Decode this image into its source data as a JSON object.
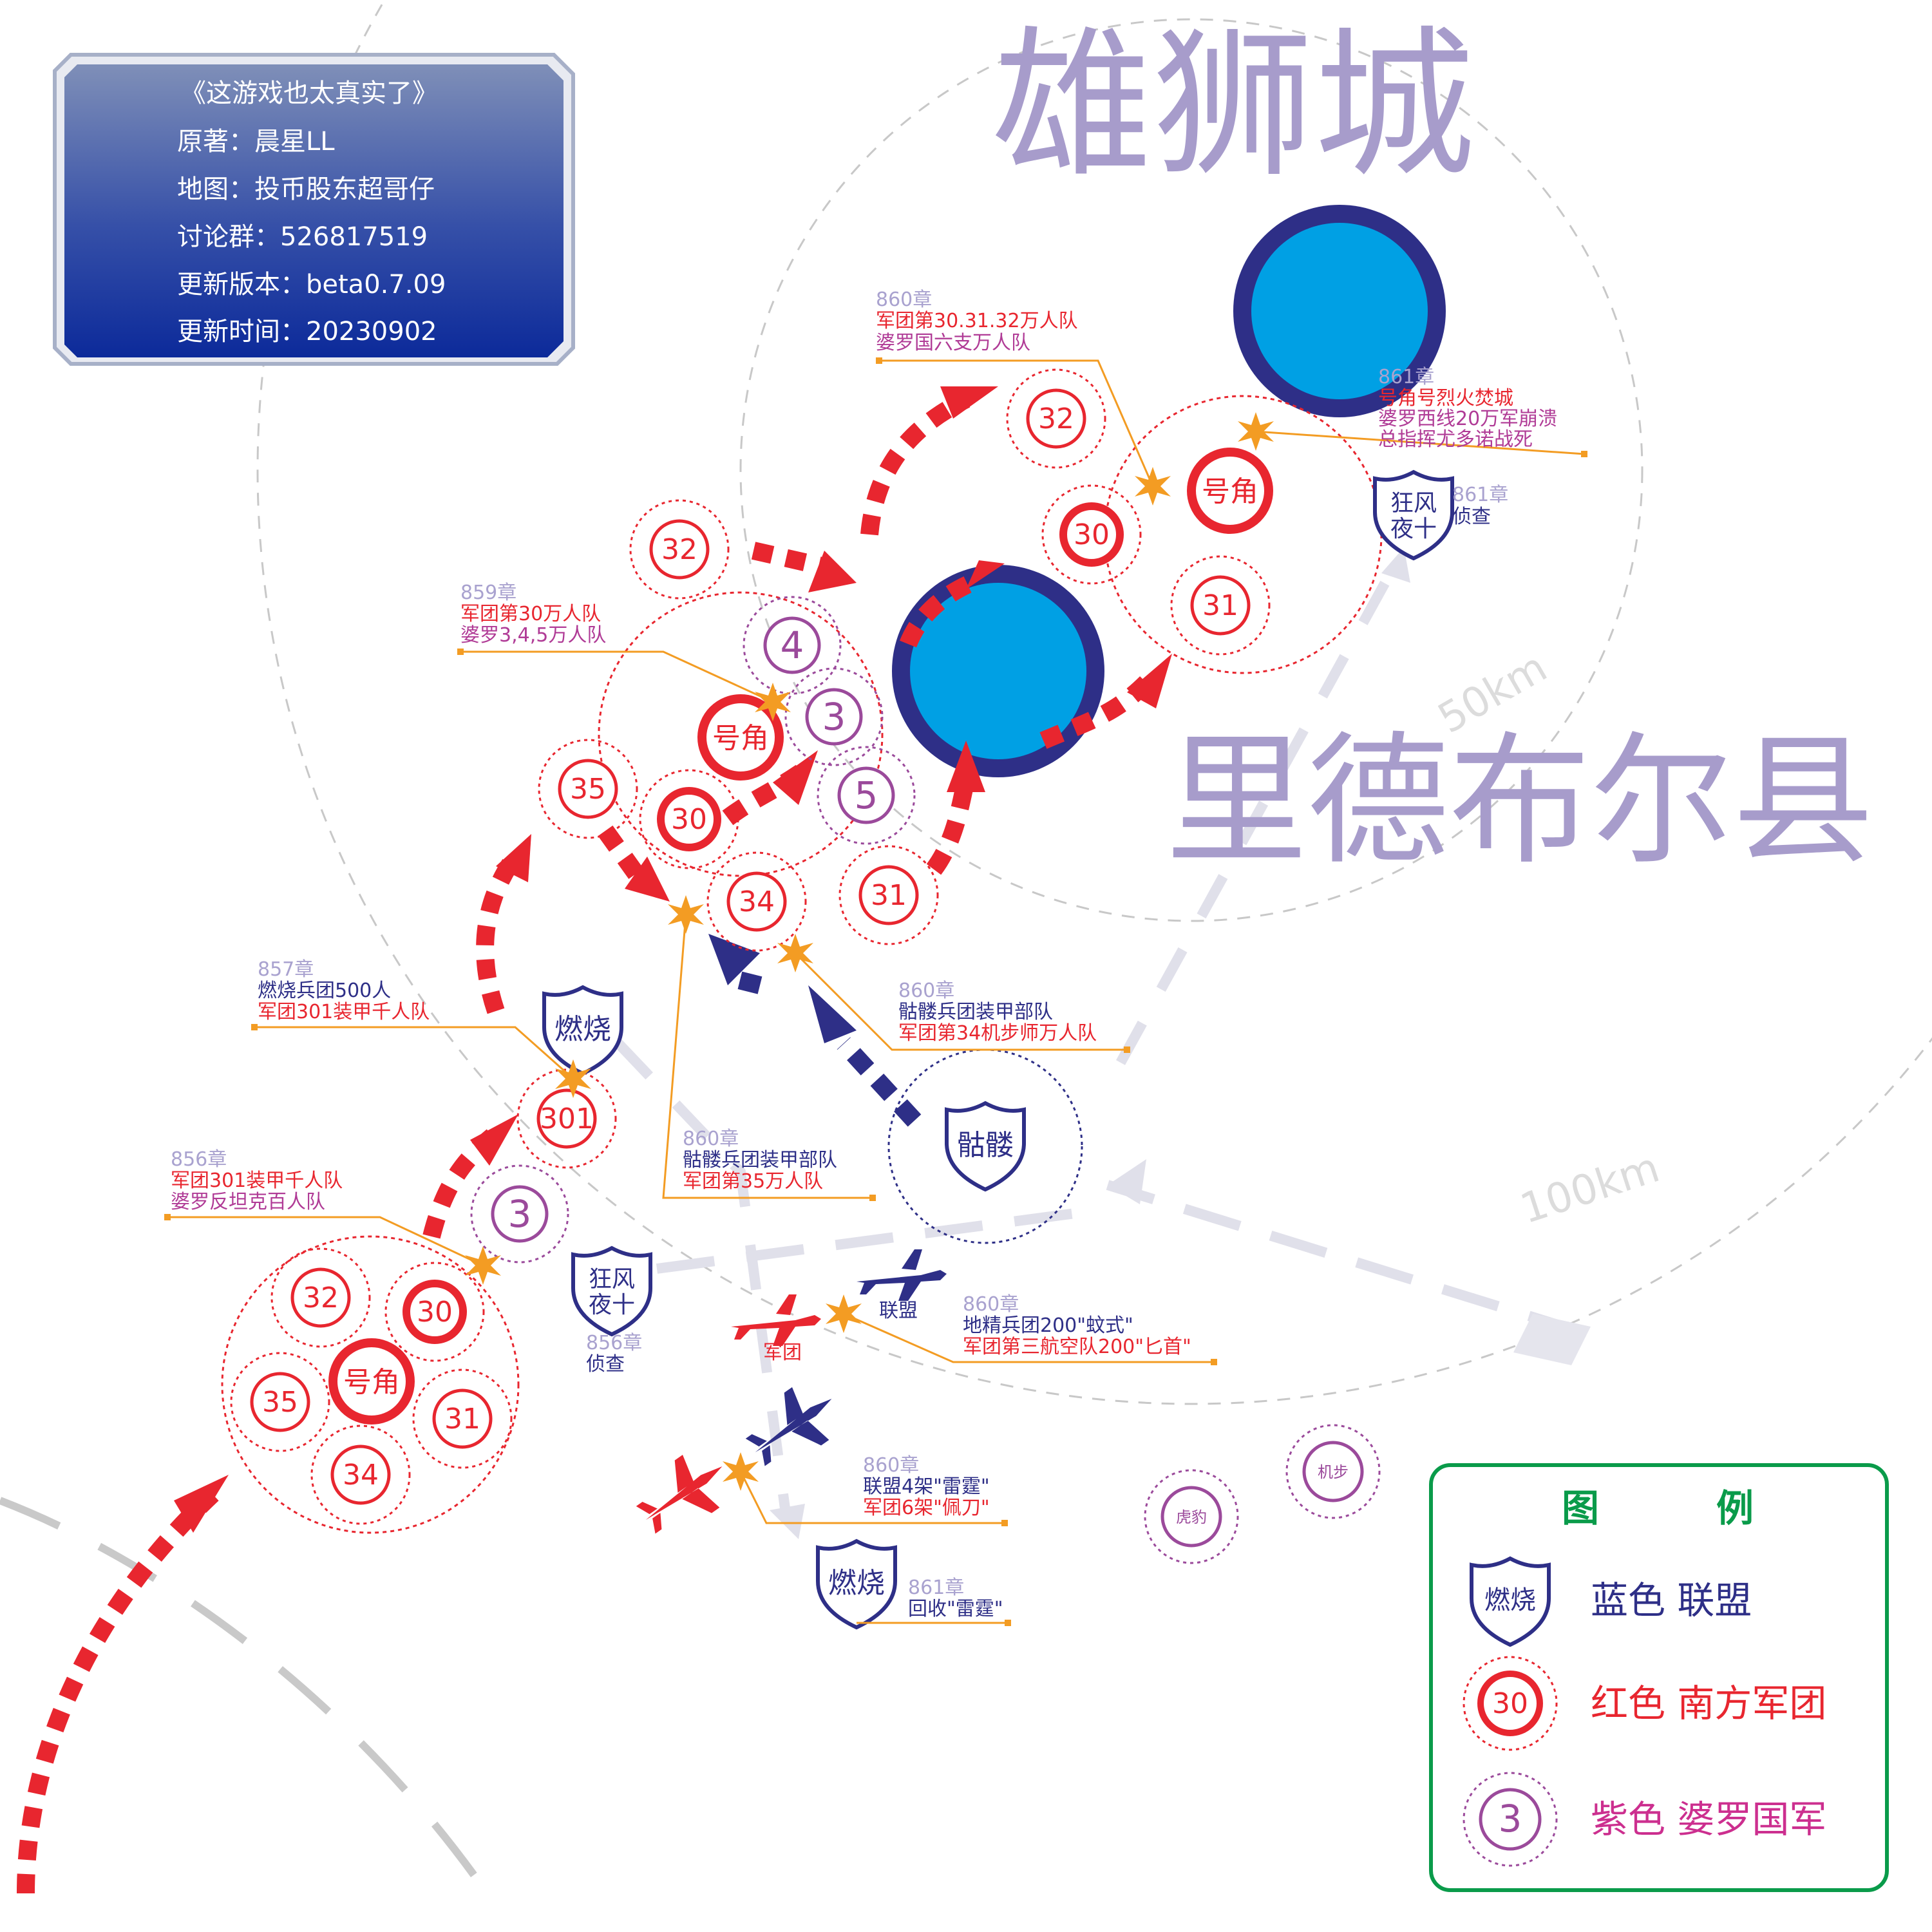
{
  "info_panel": {
    "title": "《这游戏也太真实了》",
    "author": "原著：晨星LL",
    "map_by": "地图：投币股东超哥仔",
    "group": "讨论群：526817519",
    "version": "更新版本：beta0.7.09",
    "updated": "更新时间：20230902"
  },
  "places": {
    "city_north": "雄狮城",
    "county": "里德布尔县"
  },
  "distances": {
    "d50": "50km",
    "d100": "100km"
  },
  "units": {
    "horn": "号角",
    "n30": "30",
    "n31": "31",
    "n32": "32",
    "n34": "34",
    "n35": "35",
    "n301": "301",
    "p3": "3",
    "p4": "4",
    "p5": "5"
  },
  "shields": {
    "burn": "燃烧",
    "skull": "骷髅",
    "wind_line1": "狂风",
    "wind_line2": "夜十"
  },
  "aircraft_labels": {
    "league": "联盟",
    "legion": "军团"
  },
  "small_units": {
    "tiger": "虎豹",
    "mech": "机步"
  },
  "annotations": {
    "a860_top": {
      "chapter": "860章",
      "line1": "军团第30.31.32万人队",
      "line2": "婆罗国六支万人队"
    },
    "a861_top": {
      "chapter": "861章",
      "line1": "号角号烈火焚城",
      "line2": "婆罗西线20万军崩溃",
      "line3": "总指挥尤多诺战死"
    },
    "a861_scout": {
      "chapter": "861章",
      "line1": "侦查"
    },
    "a859": {
      "chapter": "859章",
      "line1": "军团第30万人队",
      "line2": "婆罗3,4,5万人队"
    },
    "a857": {
      "chapter": "857章",
      "line1": "燃烧兵团500人",
      "line2": "军团301装甲千人队"
    },
    "a860_skull": {
      "chapter": "860章",
      "line1": "骷髅兵团装甲部队",
      "line2": "军团第34机步师万人队"
    },
    "a860_35": {
      "chapter": "860章",
      "line1": "骷髅兵团装甲部队",
      "line2": "军团第35万人队"
    },
    "a856_301": {
      "chapter": "856章",
      "line1": "军团301装甲千人队",
      "line2": "婆罗反坦克百人队"
    },
    "a856_scout": {
      "chapter": "856章",
      "line1": "侦查"
    },
    "a860_air": {
      "chapter": "860章",
      "line1": "地精兵团200\"蚊式\"",
      "line2": "军团第三航空队200\"匕首\""
    },
    "a860_jets": {
      "chapter": "860章",
      "line1": "联盟4架\"雷霆\"",
      "line2": "军团6架\"佩刀\""
    },
    "a861_recover": {
      "chapter": "861章",
      "line1": "回收\"雷霆\""
    }
  },
  "legend": {
    "title_left": "图",
    "title_right": "例",
    "blue_icon": "燃烧",
    "blue_label": "蓝色  联盟",
    "red_icon": "30",
    "red_label": "红色  南方军团",
    "purple_icon": "3",
    "purple_label": "紫色  婆罗国军"
  },
  "colors": {
    "alliance_blue": "#2e2f87",
    "legion_red": "#e8262f",
    "polo_purple": "#9b4a9b",
    "city_fill": "#00a0e4",
    "city_ring": "#2e2f87",
    "annotation_line": "#f39c23",
    "legend_border": "#0a9b4a"
  }
}
